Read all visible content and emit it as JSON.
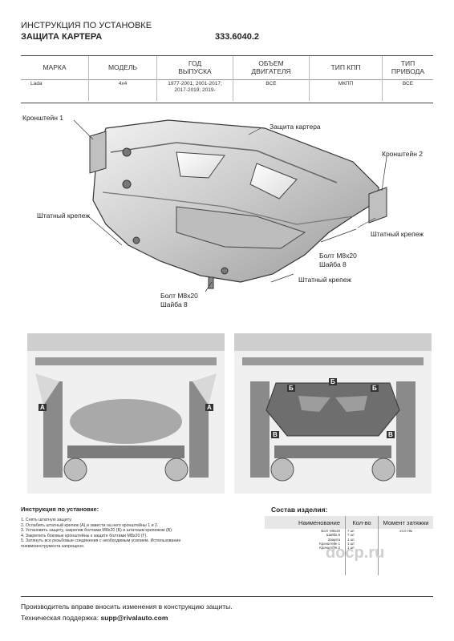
{
  "header": {
    "line1": "ИНСТРУКЦИЯ ПО УСТАНОВКЕ",
    "line2": "ЗАЩИТА КАРТЕРА",
    "code": "333.6040.2"
  },
  "spec_table": {
    "headers": [
      "МАРКА",
      "МОДЕЛЬ",
      "ГОД\nВЫПУСКА",
      "ОБЪЕМ\nДВИГАТЕЛЯ",
      "ТИП КПП",
      "ТИП\nПРИВОДА"
    ],
    "row": [
      "Lada",
      "4x4",
      "1977-2001; 2001-2017;\n2017-2019; 2019-",
      "ВСЕ",
      "МКПП",
      "ВСЕ"
    ]
  },
  "drawing_labels": {
    "bracket1": "Кронштейн 1",
    "guard": "Защита картера",
    "bracket2": "Кронштейн 2",
    "std_fastener_left": "Штатный крепеж",
    "std_fastener_right": "Штатный крепеж",
    "bolt_right_1": "Болт М8х20",
    "bolt_right_2": "Шайба 8",
    "std_fastener_bottom": "Штатный крепеж",
    "bolt_bottom_1": "Болт М8х20",
    "bolt_bottom_2": "Шайба 8"
  },
  "photo_markers": {
    "A": "А",
    "B": "Б",
    "V": "В"
  },
  "instructions": {
    "title": "Инструкция по установке:",
    "steps": [
      "1. Снять штатную защиту.",
      "2. Ослабить штатный крепеж (А) и завести на него кронштейны 1 и 2.",
      "3. Установить защиту, закрепив болтами М8х20 (Б) и штатным крепежом (В)",
      "4. Закрепить боковые кронштейны к защите болтами М8х20 (Г).",
      "5. Затянуть все резьбовые соединения с необходимым усилием. Использование",
      "пневмоинструмента запрещено."
    ]
  },
  "composition": {
    "title": "Состав изделия:",
    "headers": [
      "Наименование",
      "Кол-во",
      "Момент затяжки"
    ],
    "names": [
      "Болт М8х20",
      "Шайба 8",
      "Защита",
      "Кронштейн 1",
      "Кронштейн 2"
    ],
    "qty": [
      "7 шт",
      "7 шт",
      "1 шт",
      "1 шт",
      "1 шт"
    ],
    "torque": [
      "24.0 Нм"
    ]
  },
  "watermark": "doсp.ru",
  "footer": {
    "line1": "Производитель вправе вносить изменения в конструкцию защиты.",
    "support_label": "Техническая поддержка: ",
    "support_email": "supp@rivalauto.com"
  }
}
